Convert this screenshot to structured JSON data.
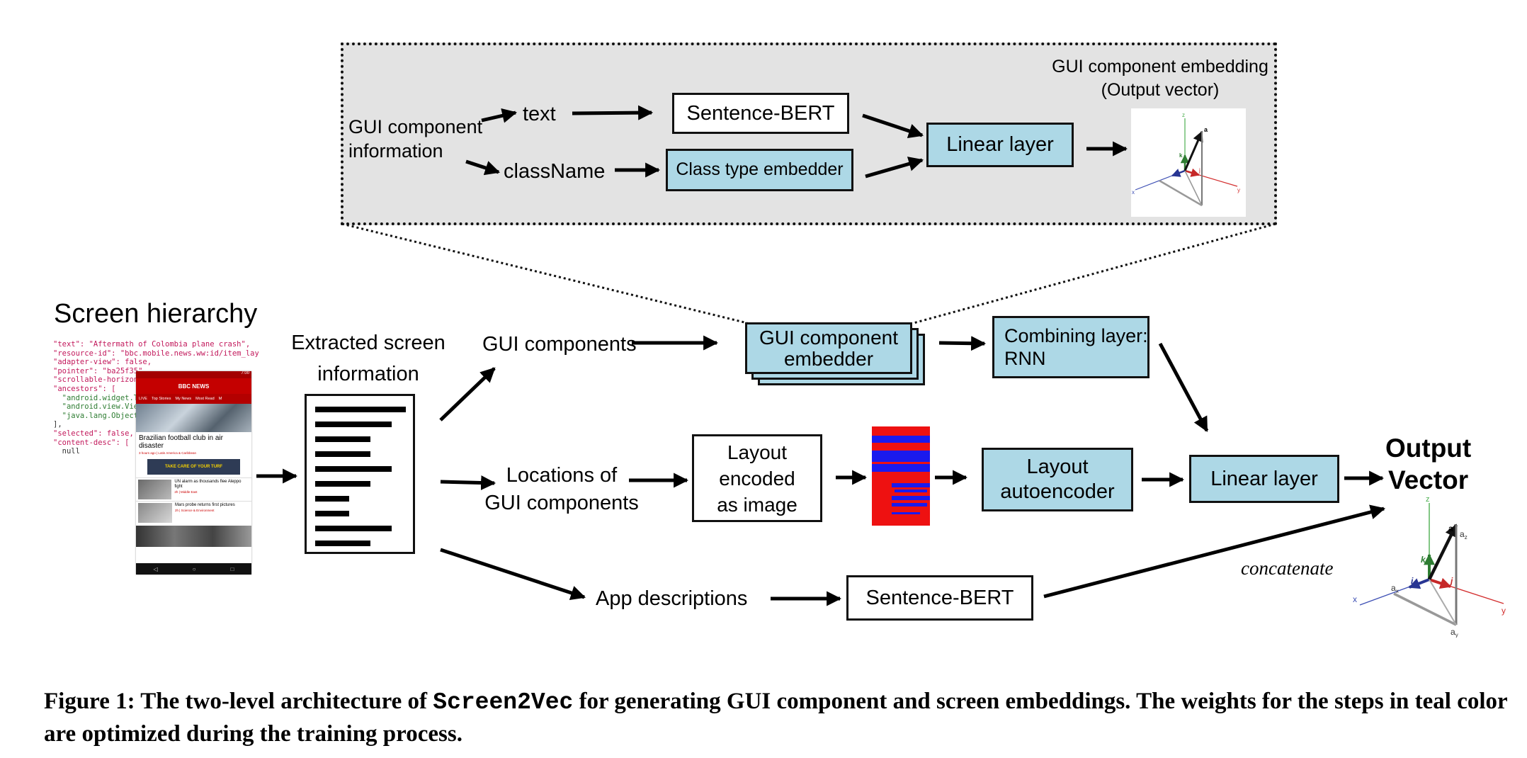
{
  "figure": {
    "zoom": {
      "gui_info": "GUI component\ninformation",
      "text": "text",
      "classname": "className",
      "sentence_bert": "Sentence-BERT",
      "class_type_embedder": "Class type embedder",
      "linear_layer": "Linear layer",
      "embedding_title": "GUI component embedding\n(Output vector)"
    },
    "screen_hierarchy": {
      "title": "Screen hierarchy",
      "code_lines": [
        "\"text\": \"Aftermath of Colombia plane crash\",",
        "\"resource-id\": \"bbc.mobile.news.ww:id/item_layout_name\",",
        "\"adapter-view\": false,",
        "\"pointer\": \"ba25f35\",",
        "\"scrollable-horizontal\": false,",
        "\"ancestors\": [",
        "  \"android.widget.TextView\",",
        "  \"android.view.View\",",
        "  \"java.lang.Object\"",
        "],",
        "\"selected\": false,",
        "\"content-desc\": [",
        "  null"
      ]
    },
    "phone": {
      "app_name": "BBC NEWS",
      "tabs": [
        "LIVE",
        "Top Stories",
        "My News",
        "Most Read",
        "M"
      ],
      "headline": "Brazilian football club in air disaster",
      "meta": "3 hours ago | Latin America & Caribbean",
      "promo": "TAKE CARE OF YOUR TURF",
      "story1_title": "UN alarm as thousands flee Aleppo fight",
      "story1_meta": "2h | Middle East",
      "story2_title": "Mars probe returns first pictures",
      "story2_meta": "2h | Science & Environment",
      "time": "7:00"
    },
    "extracted": "Extracted screen\ninformation",
    "gui_components": "GUI components",
    "gui_component_embedder": "GUI component\nembedder",
    "combining_layer": "Combining layer:\nRNN",
    "locations": "Locations of\nGUI components",
    "layout_image": "Layout\nencoded\nas image",
    "layout_autoencoder": "Layout\nautoencoder",
    "linear_layer_main": "Linear layer",
    "output_vector": "Output\nVector",
    "app_descriptions": "App descriptions",
    "sentence_bert_main": "Sentence-BERT",
    "concatenate": "concatenate",
    "axes": {
      "x": "x",
      "y": "y",
      "z": "z",
      "a": "a",
      "ax": "a",
      "ay": "a",
      "az": "a",
      "x_sub": "x",
      "y_sub": "y",
      "z_sub": "z",
      "i": "i",
      "j": "j",
      "k": "k"
    }
  },
  "caption": {
    "prefix": "Figure 1: The two-level architecture of ",
    "name": "Screen2Vec",
    "suffix": " for generating GUI component and screen embeddings. The weights for the steps in teal color are optimized during the training process."
  },
  "colors": {
    "teal": "#add8e6",
    "zoom_bg": "#e3e3e3",
    "layout_red": "#ee1111",
    "layout_blue": "#1a1aee"
  }
}
